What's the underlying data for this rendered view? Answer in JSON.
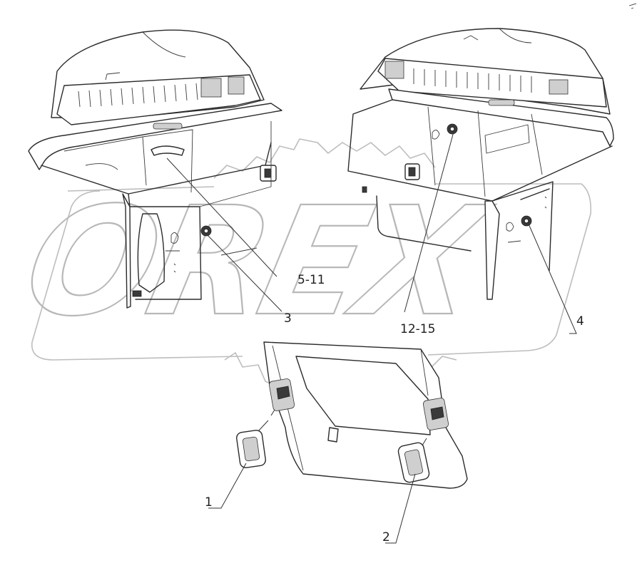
{
  "watermark": {
    "text": "OREX"
  },
  "callouts": [
    {
      "id": "1",
      "label": "1"
    },
    {
      "id": "2",
      "label": "2"
    },
    {
      "id": "3",
      "label": "3"
    },
    {
      "id": "4",
      "label": "4"
    },
    {
      "id": "5-11",
      "label": "5-11"
    },
    {
      "id": "12-15",
      "label": "12-15"
    }
  ]
}
